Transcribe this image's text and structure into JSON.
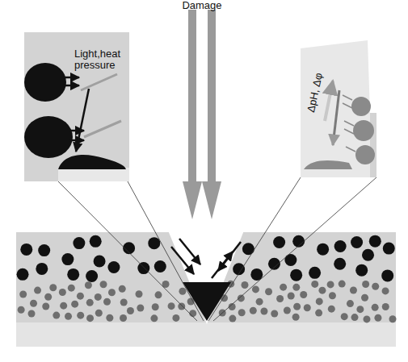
{
  "diagram": {
    "labels": [
      "Damage",
      "Light,heat pressure",
      "ΔpH, Δφ"
    ]
  }
}
